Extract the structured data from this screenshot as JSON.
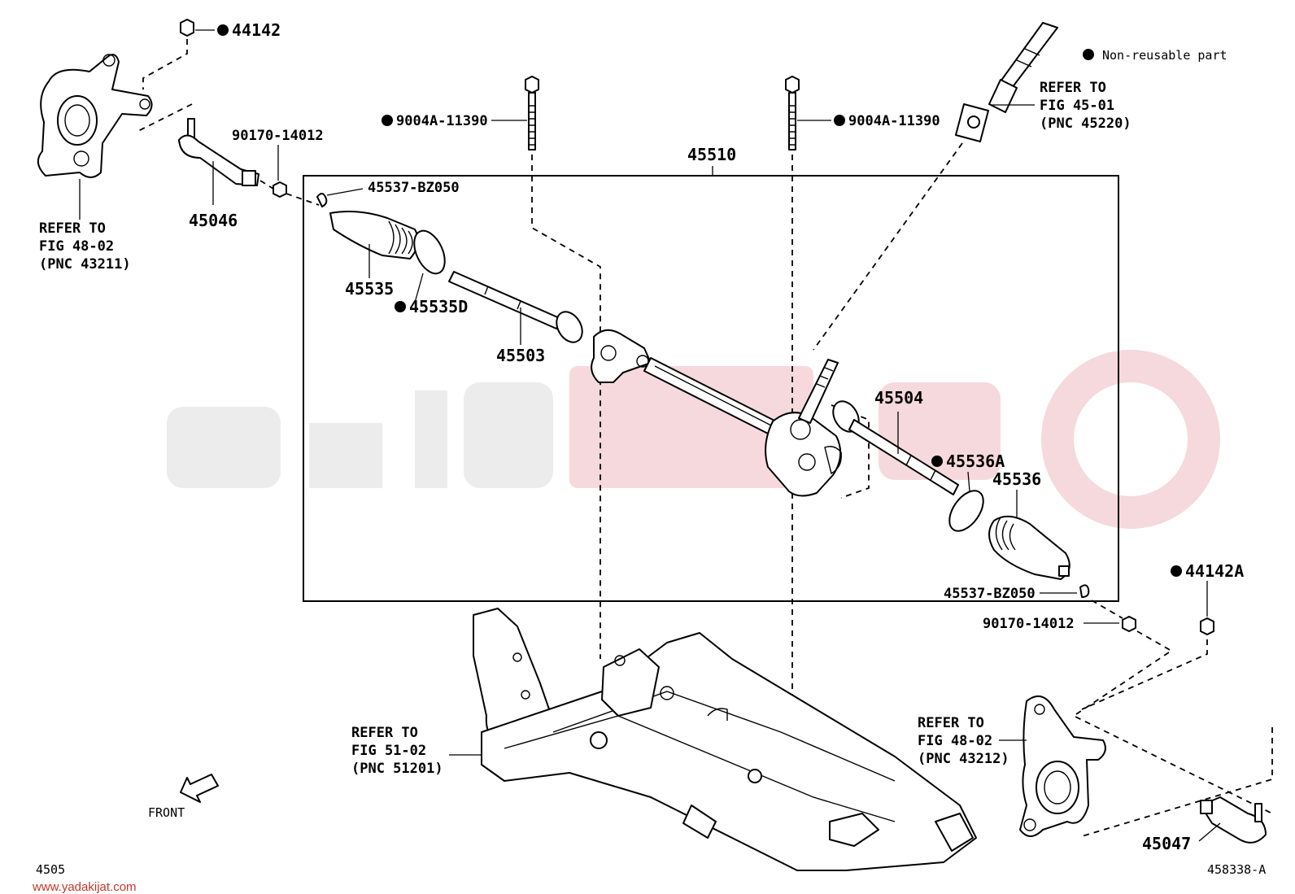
{
  "legend": {
    "text": "Non-reusable part"
  },
  "labels": {
    "p44142": "44142",
    "p44142A": "44142A",
    "p90170_top": "90170-14012",
    "p90170_bottom": "90170-14012",
    "p45046": "45046",
    "p45047": "45047",
    "p9004A_left": "9004A-11390",
    "p9004A_right": "9004A-11390",
    "p45510": "45510",
    "p45537_top": "45537-BZ050",
    "p45537_bottom": "45537-BZ050",
    "p45535": "45535",
    "p45535D": "45535D",
    "p45503": "45503",
    "p45504": "45504",
    "p45536A": "45536A",
    "p45536": "45536"
  },
  "refs": {
    "knuckle_left": [
      "REFER TO",
      "FIG 48-02",
      "(PNC 43211)"
    ],
    "knuckle_right": [
      "REFER TO",
      "FIG 48-02",
      "(PNC 43212)"
    ],
    "steering_shaft": [
      "REFER TO",
      "FIG 45-01",
      "(PNC 45220)"
    ],
    "crossmember": [
      "REFER TO",
      "FIG 51-02",
      "(PNC 51201)"
    ]
  },
  "front_label": "FRONT",
  "footer": {
    "figure_no": "4505",
    "illustration_id": "458338-A",
    "website": "www.yadakijat.com"
  },
  "colors": {
    "line": "#000000",
    "watermark_gray": "#ececec",
    "watermark_red": "#f6d9dc",
    "site_text": "#c0392b"
  }
}
